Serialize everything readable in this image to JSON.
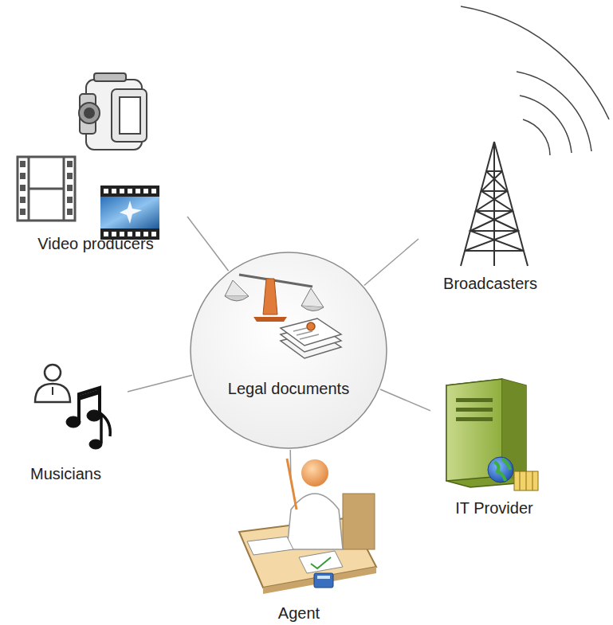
{
  "diagram": {
    "nodes": [
      {
        "text": [
          "Video producers"
        ]
      },
      {
        "text": [
          "Broadcasters"
        ]
      },
      {
        "text": [
          "Legal documents"
        ]
      },
      {
        "text": [
          "Musicians"
        ]
      },
      {
        "text": [
          "IT Provider"
        ]
      },
      {
        "text": [
          "Agent"
        ]
      }
    ],
    "edges": [
      {
        "from": 2,
        "to": 0,
        "arrow": "none"
      },
      {
        "from": 2,
        "to": 1,
        "arrow": "none"
      },
      {
        "from": 2,
        "to": 3,
        "arrow": "none"
      },
      {
        "from": 2,
        "to": 4,
        "arrow": "none"
      },
      {
        "from": 2,
        "to": 5,
        "arrow": "none"
      }
    ]
  }
}
